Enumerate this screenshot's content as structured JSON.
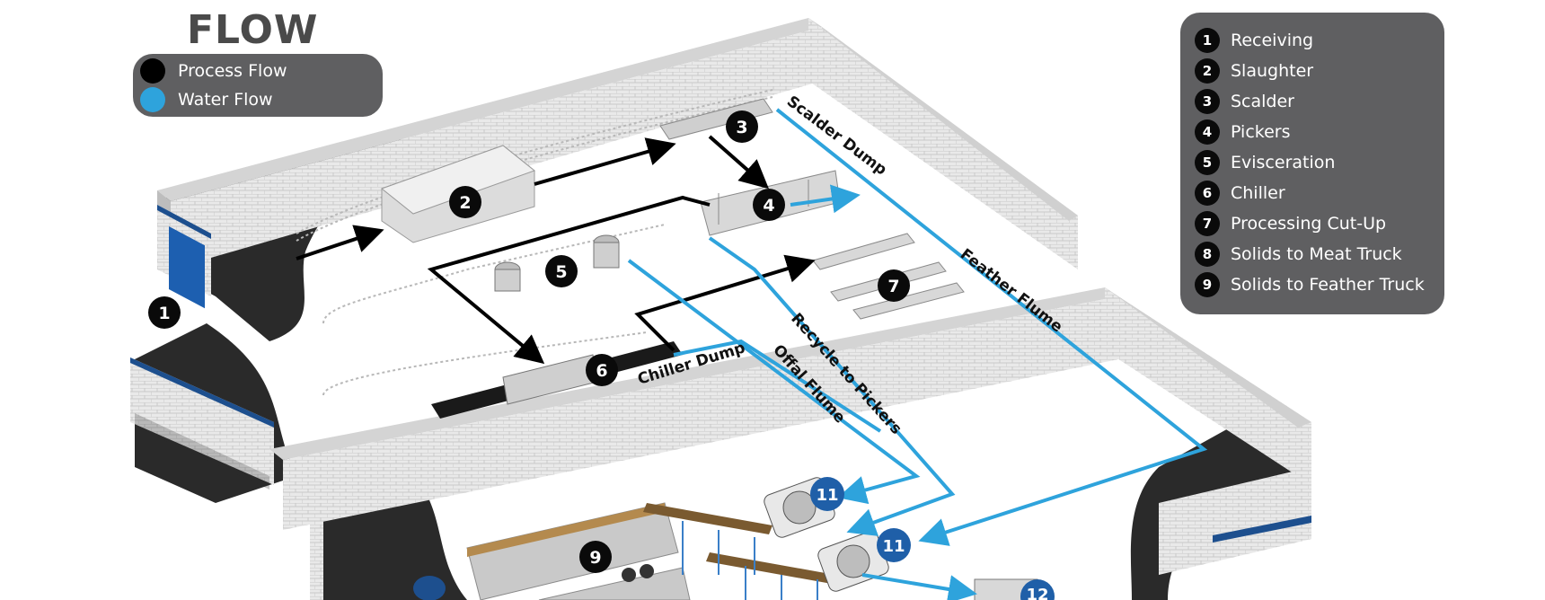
{
  "legend": {
    "title": "FLOW",
    "items": [
      {
        "label": "Process Flow",
        "color": "#000000"
      },
      {
        "label": "Water Flow",
        "color": "#2ea3dc"
      }
    ]
  },
  "steps": [
    {
      "number": "1",
      "label": "Receiving"
    },
    {
      "number": "2",
      "label": "Slaughter"
    },
    {
      "number": "3",
      "label": "Scalder"
    },
    {
      "number": "4",
      "label": "Pickers"
    },
    {
      "number": "5",
      "label": "Evisceration"
    },
    {
      "number": "6",
      "label": "Chiller"
    },
    {
      "number": "7",
      "label": "Processing Cut-Up"
    },
    {
      "number": "8",
      "label": "Solids to Meat Truck"
    },
    {
      "number": "9",
      "label": "Solids to Feather Truck"
    }
  ],
  "diagram": {
    "markers": {
      "receiving": "1",
      "slaughter": "2",
      "scalder": "3",
      "pickers": "4",
      "evisceration": "5",
      "chiller": "6",
      "cutup": "7",
      "feather_truck": "9",
      "screen_a": "11",
      "screen_b": "11",
      "tank": "12"
    },
    "labels": {
      "scalder_dump": "Scalder Dump",
      "feather_flume": "Feather Flume",
      "recycle_pickers": "Recycle to Pickers",
      "offal_flume": "Offal Flume",
      "chiller_dump": "Chiller Dump"
    }
  },
  "colors": {
    "panel": "#5f5f61",
    "water": "#2ea3dc",
    "process": "#000000",
    "blue_marker": "#1f5fa8",
    "wall_blue": "#1d4f8e",
    "ground": "#2a2a2a"
  }
}
